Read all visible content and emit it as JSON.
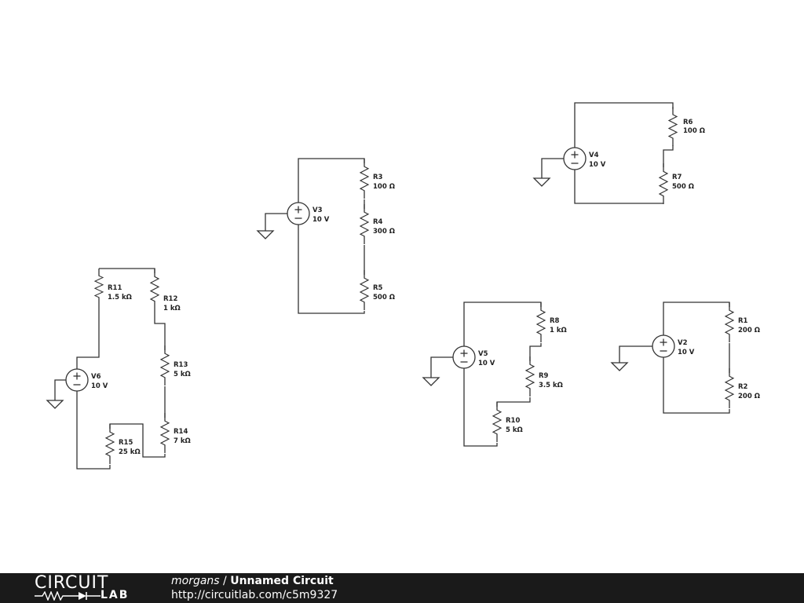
{
  "footer": {
    "logo_top": "CIRCUIT",
    "logo_bottom": "LAB",
    "user": "morgans",
    "separator": " / ",
    "circuit_name": "Unnamed Circuit",
    "url": "http://circuitlab.com/c5m9327"
  },
  "components": {
    "R1": {
      "name": "R1",
      "value": "200 Ω"
    },
    "R2": {
      "name": "R2",
      "value": "200 Ω"
    },
    "R3": {
      "name": "R3",
      "value": "100 Ω"
    },
    "R4": {
      "name": "R4",
      "value": "300 Ω"
    },
    "R5": {
      "name": "R5",
      "value": "500 Ω"
    },
    "R6": {
      "name": "R6",
      "value": "100 Ω"
    },
    "R7": {
      "name": "R7",
      "value": "500 Ω"
    },
    "R8": {
      "name": "R8",
      "value": "1 kΩ"
    },
    "R9": {
      "name": "R9",
      "value": "3.5 kΩ"
    },
    "R10": {
      "name": "R10",
      "value": "5 kΩ"
    },
    "R11": {
      "name": "R11",
      "value": "1.5 kΩ"
    },
    "R12": {
      "name": "R12",
      "value": "1 kΩ"
    },
    "R13": {
      "name": "R13",
      "value": "5 kΩ"
    },
    "R14": {
      "name": "R14",
      "value": "7 kΩ"
    },
    "R15": {
      "name": "R15",
      "value": "25 kΩ"
    },
    "V2": {
      "name": "V2",
      "value": "10 V"
    },
    "V3": {
      "name": "V3",
      "value": "10 V"
    },
    "V4": {
      "name": "V4",
      "value": "10 V"
    },
    "V5": {
      "name": "V5",
      "value": "10 V"
    },
    "V6": {
      "name": "V6",
      "value": "10 V"
    }
  }
}
